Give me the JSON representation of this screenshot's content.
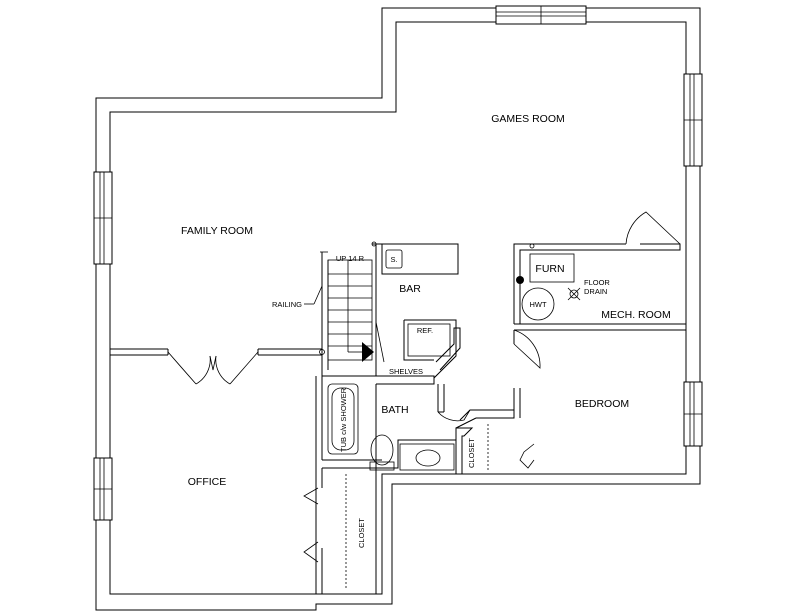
{
  "rooms": {
    "games_room": "GAMES ROOM",
    "family_room": "FAMILY ROOM",
    "office": "OFFICE",
    "bar": "BAR",
    "bath": "BATH",
    "bedroom": "BEDROOM",
    "mech_room": "MECH. ROOM"
  },
  "fixtures": {
    "stairs": "UP 14 R",
    "railing": "RAILING",
    "sink": "S.",
    "refrigerator": "REF.",
    "shelves": "SHELVES",
    "tub": "TUB c/w SHOWER",
    "furnace": "FURN",
    "hot_water_tank": "HWT",
    "floor_drain_line1": "FLOOR",
    "floor_drain_line2": "DRAIN",
    "bedroom_closet": "CLOSET",
    "office_closet": "CLOSET"
  },
  "colors": {
    "line": "#000000",
    "background": "#ffffff"
  }
}
